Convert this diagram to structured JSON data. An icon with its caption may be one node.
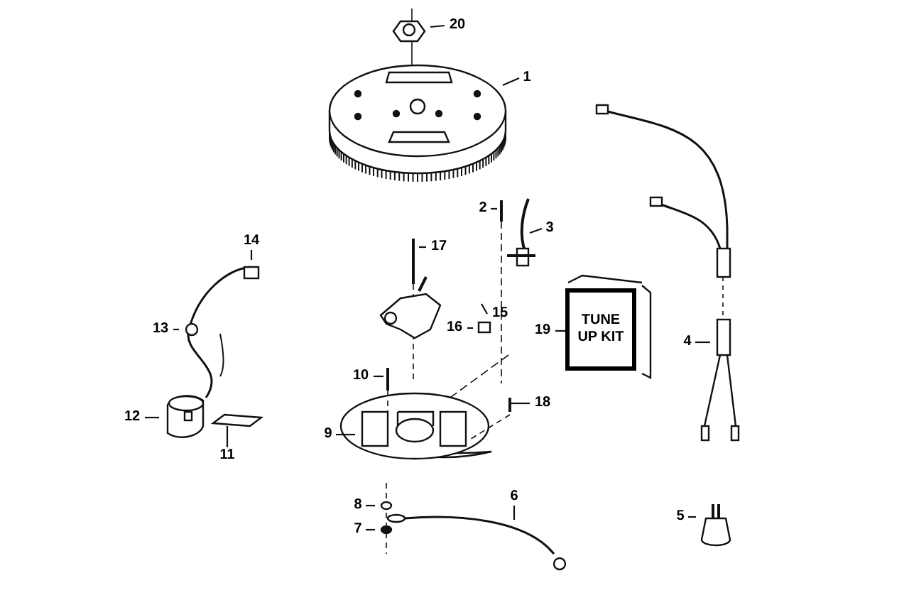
{
  "diagram": {
    "nodes": [
      {
        "text": [
          "20"
        ]
      },
      {
        "text": [
          "1"
        ]
      },
      {
        "text": [
          "2"
        ]
      },
      {
        "text": [
          "3"
        ]
      },
      {
        "text": [
          "14"
        ]
      },
      {
        "text": [
          "17"
        ]
      },
      {
        "text": [
          "13"
        ]
      },
      {
        "text": [
          "15"
        ]
      },
      {
        "text": [
          "16"
        ]
      },
      {
        "text": [
          "19"
        ]
      },
      {
        "text": [
          "TUNE UP KIT"
        ]
      },
      {
        "text": [
          "4"
        ]
      },
      {
        "text": [
          "10"
        ]
      },
      {
        "text": [
          "18"
        ]
      },
      {
        "text": [
          "12"
        ]
      },
      {
        "text": [
          "9"
        ]
      },
      {
        "text": [
          "11"
        ]
      },
      {
        "text": [
          "6"
        ]
      },
      {
        "text": [
          "8"
        ]
      },
      {
        "text": [
          "5"
        ]
      },
      {
        "text": [
          "7"
        ]
      }
    ],
    "edges": [
      {
        "from": 0,
        "to": null,
        "arrow": "none"
      },
      {
        "from": 1,
        "to": null,
        "arrow": "none"
      },
      {
        "from": 2,
        "to": null,
        "arrow": "none"
      },
      {
        "from": 3,
        "to": null,
        "arrow": "none"
      },
      {
        "from": 4,
        "to": null,
        "arrow": "none"
      },
      {
        "from": 5,
        "to": null,
        "arrow": "none"
      },
      {
        "from": 6,
        "to": null,
        "arrow": "none"
      },
      {
        "from": 7,
        "to": null,
        "arrow": "none"
      },
      {
        "from": 8,
        "to": null,
        "arrow": "none"
      },
      {
        "from": 9,
        "to": 10,
        "arrow": "none"
      },
      {
        "from": 11,
        "to": null,
        "arrow": "none"
      },
      {
        "from": 12,
        "to": null,
        "arrow": "none"
      },
      {
        "from": 13,
        "to": null,
        "arrow": "none"
      },
      {
        "from": 14,
        "to": null,
        "arrow": "none"
      },
      {
        "from": 15,
        "to": null,
        "arrow": "none"
      },
      {
        "from": 16,
        "to": null,
        "arrow": "none"
      },
      {
        "from": 17,
        "to": null,
        "arrow": "none"
      },
      {
        "from": 18,
        "to": null,
        "arrow": "none"
      },
      {
        "from": 19,
        "to": null,
        "arrow": "none"
      },
      {
        "from": 20,
        "to": null,
        "arrow": "none"
      }
    ]
  }
}
